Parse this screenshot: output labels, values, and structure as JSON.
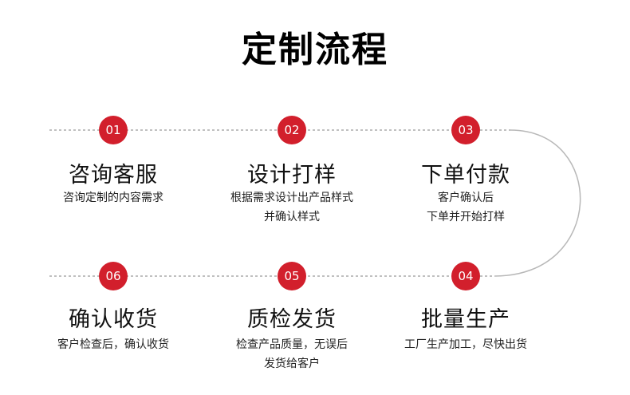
{
  "title": "定制流程",
  "colors": {
    "accent": "#d21f2c",
    "dashes": "#9a9a9a",
    "curve": "#b8b8b8",
    "text": "#111111"
  },
  "steps": [
    {
      "num": "01",
      "title": "咨询客服",
      "desc": [
        "咨询定制的内容需求"
      ]
    },
    {
      "num": "02",
      "title": "设计打样",
      "desc": [
        "根据需求设计出产品样式",
        "并确认样式"
      ]
    },
    {
      "num": "03",
      "title": "下单付款",
      "desc": [
        "客户确认后",
        "下单并开始打样"
      ]
    },
    {
      "num": "04",
      "title": "批量生产",
      "desc": [
        "工厂生产加工，尽快出货"
      ]
    },
    {
      "num": "05",
      "title": "质检发货",
      "desc": [
        "检查产品质量，无误后",
        "发货给客户"
      ]
    },
    {
      "num": "06",
      "title": "确认收货",
      "desc": [
        "客户检查后，确认收货"
      ]
    }
  ]
}
